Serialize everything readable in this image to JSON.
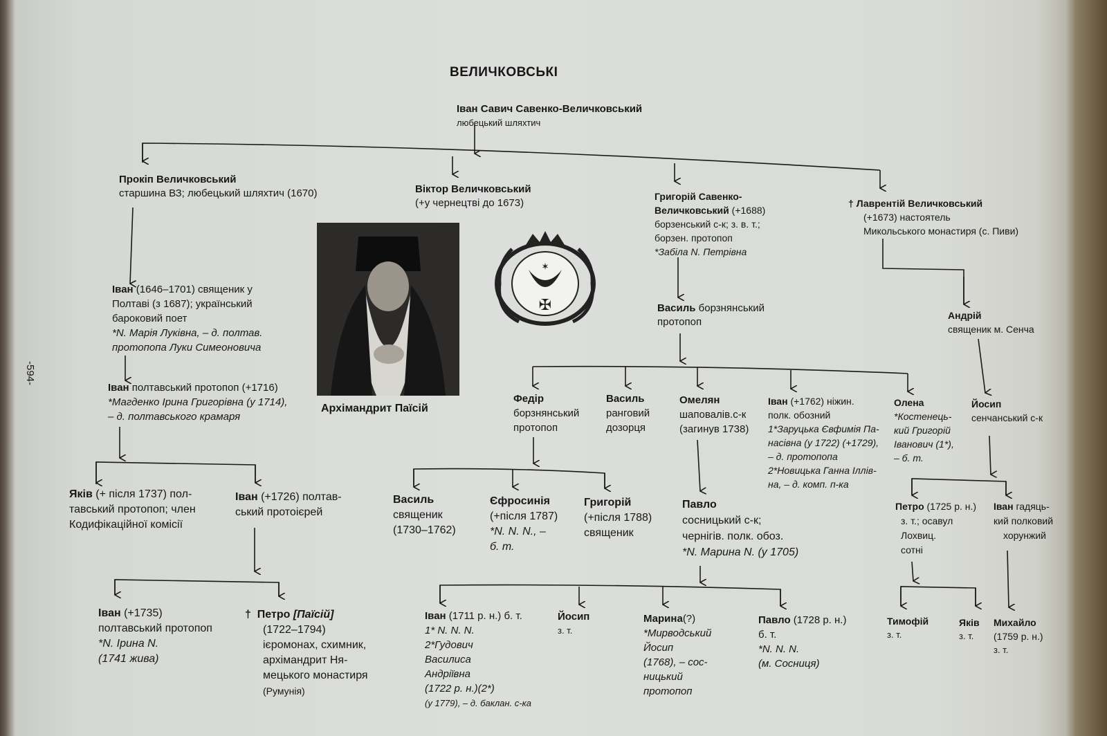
{
  "title": "ВЕЛИЧКОВСЬКІ",
  "page_number": "-594-",
  "portrait_caption": "Архімандрит Паїсій",
  "root": {
    "name": "Іван Савич Савенко-Величковський",
    "desc": "любецький шляхтич"
  },
  "prokip": {
    "name": "Прокіп Величковський",
    "desc": "старшина ВЗ; любецький шляхтич (1670)"
  },
  "viktor": {
    "name": "Віктор Величковський",
    "desc": "(+у чернецтві до 1673)"
  },
  "hryhoriy": {
    "name1": "Григорій Савенко-",
    "name2": "Величковський",
    "years": " (+1688)",
    "desc1": "борзенський с-к; з. в. т.;",
    "desc2": "борзен. протопоп",
    "spouse": "*Забіла N. Петрівна"
  },
  "lavrentiy": {
    "cross": "†",
    "name": "Лаврентій Величковський",
    "desc1": "(+1673) настоятель",
    "desc2": "Микольського монастиря (с. Пиви)"
  },
  "ivan1646": {
    "name": "Іван",
    "l1": " (1646–1701) священик у",
    "l2": "Полтаві (з 1687); український",
    "l3": "бароковий поет",
    "l4": "*N. Марія Луківна, – д. полтав.",
    "l5": "протопопа Луки Симеоновича"
  },
  "ivan1716": {
    "name": "Іван",
    "l1": " полтавський протопоп (+1716)",
    "l2": "*Магденко Ірина Григорівна (у 1714),",
    "l3": "– д. полтавського крамаря"
  },
  "yakiv1737": {
    "name": "Яків",
    "l1": " (+ після 1737) пол-",
    "l2": "тавський протопоп; член",
    "l3": "Кодифікаційної комісії"
  },
  "ivan1726": {
    "name": "Іван",
    "l1": " (+1726) полтав-",
    "l2": "ський протоієрей"
  },
  "ivan1735": {
    "name": "Іван",
    "l1": " (+1735)",
    "l2": "полтавський протопоп",
    "l3": "*N. Ірина N.",
    "l4": "(1741 жива)"
  },
  "petro_paisiy": {
    "cross": "†",
    "name": "Петро",
    "monastic": "[Паїсій]",
    "l2": "(1722–1794)",
    "l3": "ієромонах, схимник,",
    "l4": "архімандрит Ня-",
    "l5": "мецького монастиря",
    "l6": "(Румунія)"
  },
  "vasyl_protopop": {
    "name": "Василь",
    "l1": " борзнянський",
    "l2": "протопоп"
  },
  "fedir": {
    "name": "Федір",
    "l1": "борзнянський",
    "l2": "протопоп"
  },
  "vasyl_rang": {
    "name": "Василь",
    "l1": "ранговий",
    "l2": "дозорця"
  },
  "omelian": {
    "name": "Омелян",
    "l1": "шаповалів.с-к",
    "l2": "(загинув 1738)"
  },
  "ivan1762": {
    "name": "Іван",
    "l1": " (+1762) ніжин.",
    "l2": "полк. обозний",
    "l3": "1*Заруцька Євфимія Па-",
    "l4": "насівна (у 1722) (+1729),",
    "l5": "– д. протопопа",
    "l6": "2*Новицька Ганна Іллів-",
    "l7": "на, – д. комп. п-ка"
  },
  "olena": {
    "name": "Олена",
    "l1": "*Костенець-",
    "l2": "кий Григорій",
    "l3": "Іванович (1*),",
    "l4": "– б. т."
  },
  "andriy": {
    "name": "Андрій",
    "l1": "священик м. Сенча"
  },
  "yosyp_senchа": {
    "name": "Йосип",
    "l1": "сенчанський с-к"
  },
  "vasyl1730": {
    "name": "Василь",
    "l1": "священик",
    "l2": "(1730–1762)"
  },
  "yefrosyniia": {
    "name": "Єфросинія",
    "l1": "(+після 1787)",
    "l2": "*N. N. N., –",
    "l3": "б. т."
  },
  "hryhoriy1788": {
    "name": "Григорій",
    "l1": "(+після 1788)",
    "l2": "священик"
  },
  "pavlo": {
    "name": "Павло",
    "l1": "сосницький с-к;",
    "l2": "чернігів. полк. обоз.",
    "l3": "*N. Марина N. (у 1705)"
  },
  "petro1725": {
    "name": "Петро",
    "l1": " (1725 р. н.)",
    "l2": "з. т.; осавул",
    "l3": "Лохвиц.",
    "l4": "сотні"
  },
  "ivan_hadiach": {
    "name": "Іван",
    "l1": " гадяць-",
    "l2": "кий полковий",
    "l3": "хорунжий"
  },
  "ivan1711": {
    "name": "Іван",
    "l1": " (1711 р. н.) б. т.",
    "l2": "1* N. N. N.",
    "l3": "2*Гудович",
    "l4": "Василиса",
    "l5": "Андріївна",
    "l6": "(1722 р. н.)(2*)",
    "l7": "(у 1779), – д. баклан. с-ка"
  },
  "yosyp_zt": {
    "name": "Йосип",
    "l1": "з. т."
  },
  "maryna": {
    "name": "Марина",
    "q": "(?)",
    "l1": "*Мирводський",
    "l2": "Йосип",
    "l3": "(1768), – сос-",
    "l4": "ницький",
    "l5": "протопоп"
  },
  "pavlo1728": {
    "name": "Павло",
    "l1": " (1728 р. н.)",
    "l2": "б. т.",
    "l3": "*N. N. N.",
    "l4": "(м. Сосниця)"
  },
  "tymofiy": {
    "name": "Тимофій",
    "l1": "з. т."
  },
  "yakiv_zt": {
    "name": "Яків",
    "l1": "з. т."
  },
  "mykhailo": {
    "name": "Михайло",
    "l1": "(1759 р. н.)",
    "l2": "з. т."
  }
}
